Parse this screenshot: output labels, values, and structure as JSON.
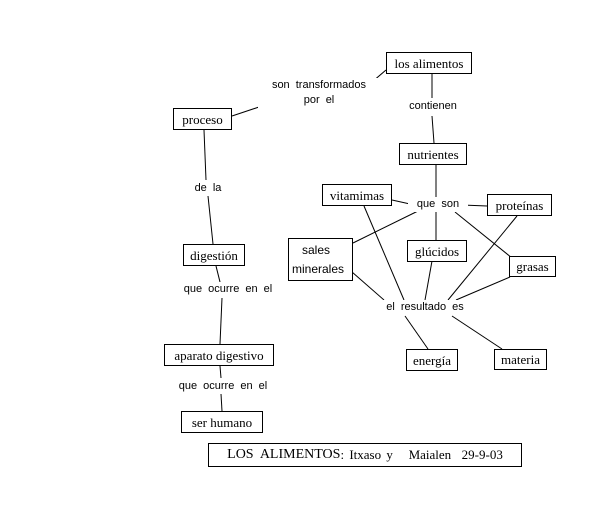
{
  "concepts": {
    "alimentos": "los alimentos",
    "proceso": "proceso",
    "nutrientes": "nutrientes",
    "vitaminas": "vitamimas",
    "proteinas": "proteínas",
    "sales_line1": "sales",
    "sales_line2": "minerales",
    "glucidos": "glúcidos",
    "grasas": "grasas",
    "digestion": "digestión",
    "aparato": "aparato digestivo",
    "ser_humano": "ser  humano",
    "energia": "energía",
    "materia": "materia"
  },
  "links": {
    "transformados_line1": "son transformados",
    "transformados_line2": "por el",
    "contienen": "contienen",
    "de_la": "de  la",
    "que_son": "que  son",
    "ocurre1": "que ocurre  en  el",
    "resultado": "el  resultado  es",
    "ocurre2": "que  ocurre  en  el"
  },
  "footer": {
    "title": "LOS  ALIMENTOS",
    "authors": ": Itxaso y   Maialen  29-9-03"
  }
}
